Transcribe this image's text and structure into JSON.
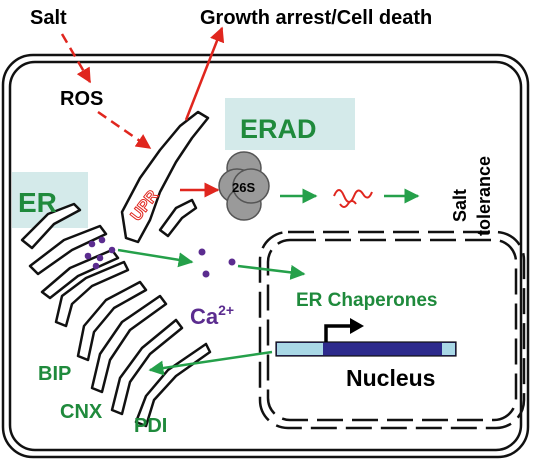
{
  "labels": {
    "salt": "Salt",
    "ros": "ROS",
    "growth_arrest": "Growth arrest/Cell death",
    "erad": "ERAD",
    "er": "ER",
    "upr": "UPR",
    "proteasome": "26S",
    "salt_tolerance_line1": "Salt",
    "salt_tolerance_line2": "tolerance",
    "calcium": "Ca",
    "calcium_charge": "2+",
    "er_chaperones": "ER Chaperones",
    "nucleus": "Nucleus",
    "bip": "BIP",
    "cnx": "CNX",
    "pdi": "PDI"
  },
  "colors": {
    "arrow_red": "#e0261e",
    "arrow_green": "#25a04a",
    "text_green": "#1f8a3c",
    "text_purple": "#5b2c8f",
    "label_box": "#d4eaea",
    "gene_light": "#a9d8e6",
    "gene_dark": "#2d2a8c",
    "proteasome_gray": "#9a9a9a"
  }
}
